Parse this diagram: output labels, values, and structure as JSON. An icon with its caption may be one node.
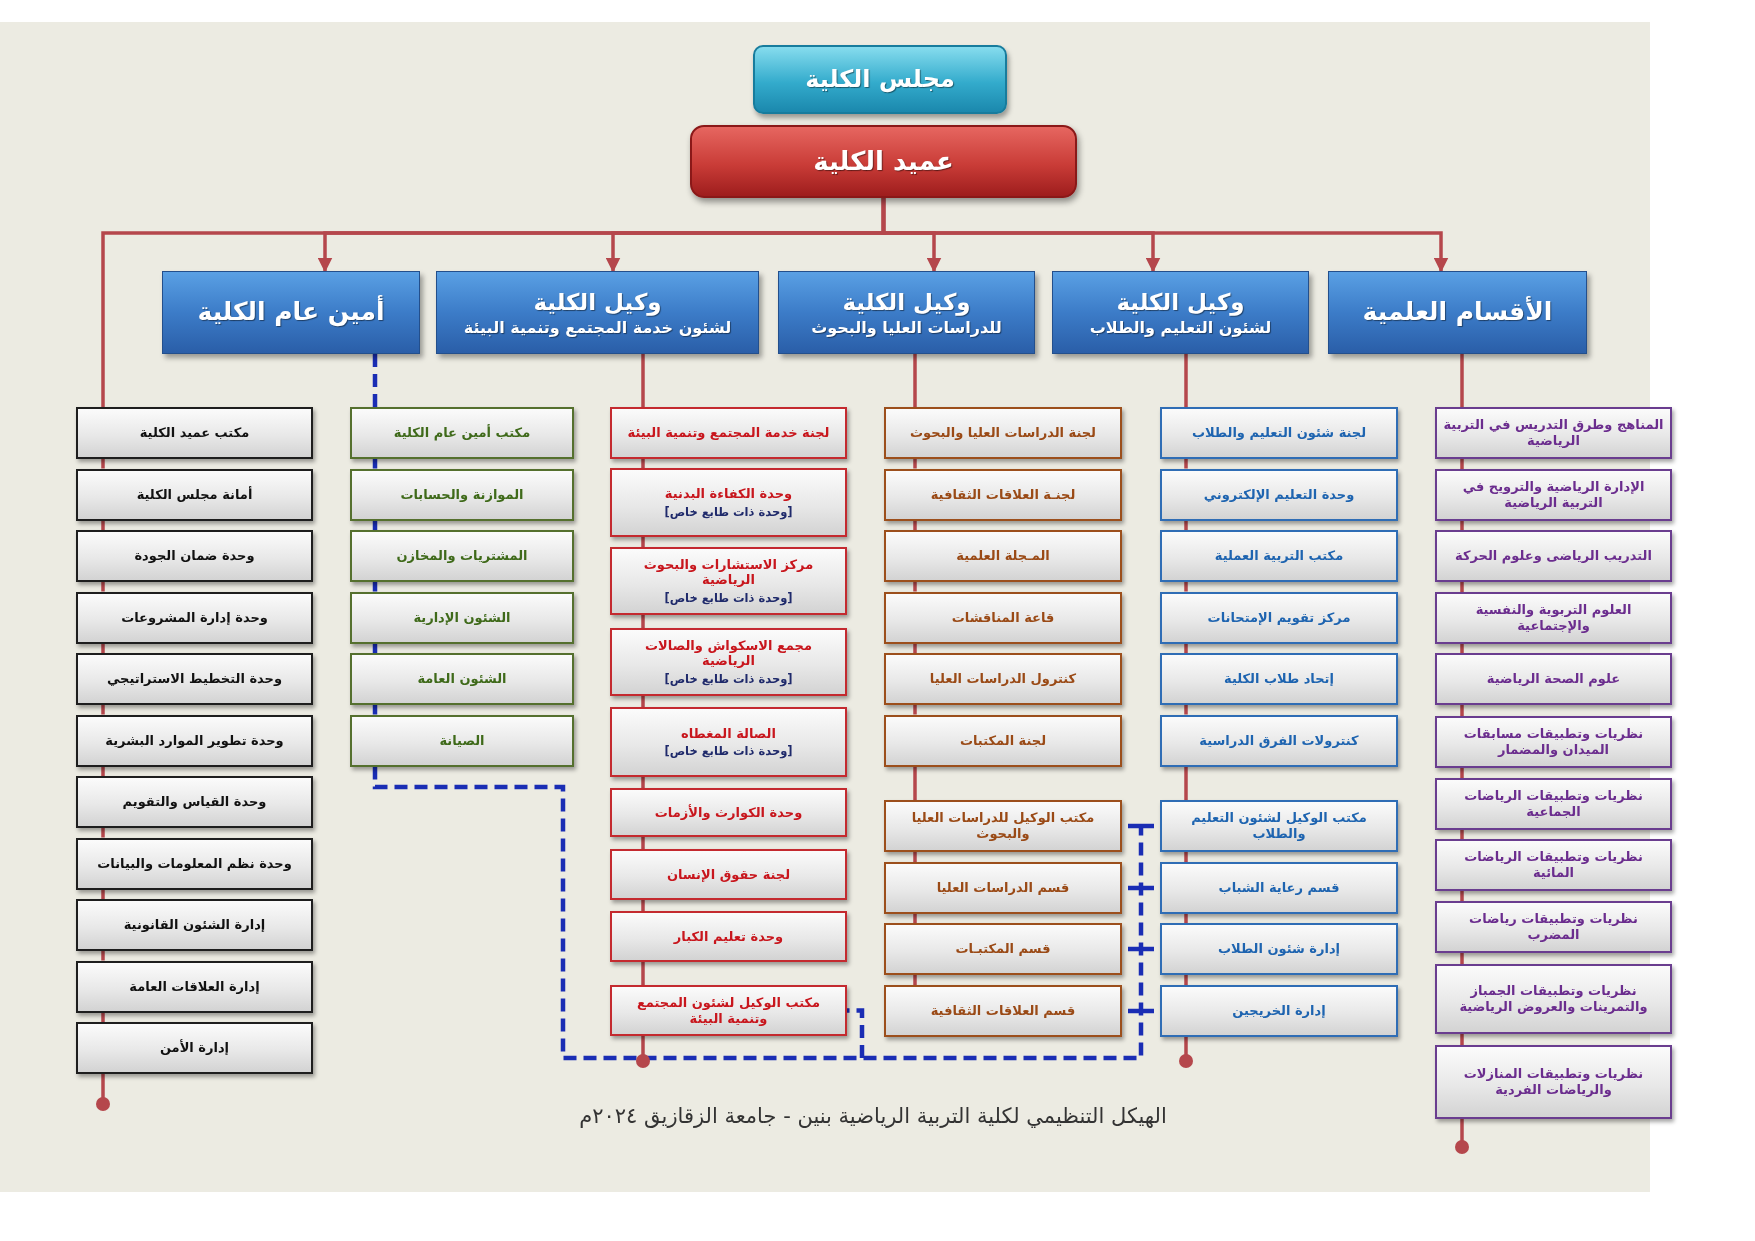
{
  "diagram": {
    "caption": "الهيكل التنظيمي لكلية التربية الرياضية بنين - جامعة الزقازيق ٢٠٢٤م",
    "nodes": [
      {
        "text": [
          "مجلس الكلية"
        ]
      },
      {
        "text": [
          "عميد الكلية"
        ]
      },
      {
        "text": [
          "الأقسام العلمية"
        ]
      },
      {
        "text": [
          "وكيل الكلية",
          "لشئون التعليم والطلاب"
        ]
      },
      {
        "text": [
          "وكيل الكلية",
          "للدراسات العليا والبحوث"
        ]
      },
      {
        "text": [
          "وكيل الكلية",
          "لشئون خدمة المجتمع وتنمية البيئة"
        ]
      },
      {
        "text": [
          "أمين عام الكلية"
        ]
      },
      {
        "text": [
          "المناهج وطرق التدريس في التربية الرياضية"
        ]
      },
      {
        "text": [
          "الإدارة الرياضية والترويح في التربية الرياضية"
        ]
      },
      {
        "text": [
          "التدريب الرياضى وعلوم الحركة"
        ]
      },
      {
        "text": [
          "العلوم التربوية والنفسية والإجتماعية"
        ]
      },
      {
        "text": [
          "علوم الصحة الرياضية"
        ]
      },
      {
        "text": [
          "نظريات وتطبيقات مسابقات الميدان والمضمار"
        ]
      },
      {
        "text": [
          "نظريات وتطبيقات الرياضات الجماعية"
        ]
      },
      {
        "text": [
          "نظريات وتطبيقات الرياضات المائية"
        ]
      },
      {
        "text": [
          "نظريات وتطبيقات رياضات المضرب"
        ]
      },
      {
        "text": [
          "نظريات وتطبيقات الجمباز والتمرينات والعروض الرياضية"
        ]
      },
      {
        "text": [
          "نظريات وتطبيقات المنازلات والرياضات الفردية"
        ]
      },
      {
        "text": [
          "لجنة شئون التعليم والطلاب"
        ]
      },
      {
        "text": [
          "وحدة التعليم الإلكتروني"
        ]
      },
      {
        "text": [
          "مكتب التربية العملية"
        ]
      },
      {
        "text": [
          "مركز تقويم الإمتحانات"
        ]
      },
      {
        "text": [
          "إتحاد طلاب الكلية"
        ]
      },
      {
        "text": [
          "كنترولات الفرق الدراسية"
        ]
      },
      {
        "text": [
          "مكتب الوكيل لشئون التعليم والطلاب"
        ]
      },
      {
        "text": [
          "قسم رعاية الشباب"
        ]
      },
      {
        "text": [
          "إدارة شئون الطلاب"
        ]
      },
      {
        "text": [
          "إدارة الخريجين"
        ]
      },
      {
        "text": [
          "لجنة الدراسات العليا والبحوث"
        ]
      },
      {
        "text": [
          "لجنـة العلاقات الثقافية"
        ]
      },
      {
        "text": [
          "المـجلة العلمية"
        ]
      },
      {
        "text": [
          "قاعة المناقشات"
        ]
      },
      {
        "text": [
          "كنترول الدراسات العليا"
        ]
      },
      {
        "text": [
          "لجنة المكتبات"
        ]
      },
      {
        "text": [
          "مكتب الوكيل للدراسات العليا والبحوث"
        ]
      },
      {
        "text": [
          "قسم الدراسات العليا"
        ]
      },
      {
        "text": [
          "قسم المكتبـات"
        ]
      },
      {
        "text": [
          "قسم العلاقات الثقافية"
        ]
      },
      {
        "text": [
          "لجنة خدمة المجتمع وتنمية البيئة"
        ]
      },
      {
        "text": [
          "وحدة الكفاءة البدنية",
          "[وحدة ذات طابع خاص]"
        ]
      },
      {
        "text": [
          "مركز الاستشارات والبحوث الرياضية",
          "[وحدة ذات طابع خاص]"
        ]
      },
      {
        "text": [
          "مجمع الاسكواش والصالات الرياضية",
          "[وحدة ذات طابع خاص]"
        ]
      },
      {
        "text": [
          "الصالة المغطاه",
          "[وحدة ذات طابع خاص]"
        ]
      },
      {
        "text": [
          "وحدة الكوارث والأزمات"
        ]
      },
      {
        "text": [
          "لجنة حقوق الإنسان"
        ]
      },
      {
        "text": [
          "وحدة تعليم الكبار"
        ]
      },
      {
        "text": [
          "مكتب الوكيل لشئون المجتمع وتنمية البيئة"
        ]
      },
      {
        "text": [
          "مكتب أمين عام الكلية"
        ]
      },
      {
        "text": [
          "الموازنة والحسابات"
        ]
      },
      {
        "text": [
          "المشتريات والمخازن"
        ]
      },
      {
        "text": [
          "الشئون الإدارية"
        ]
      },
      {
        "text": [
          "الشئون العامة"
        ]
      },
      {
        "text": [
          "الصيانة"
        ]
      },
      {
        "text": [
          "مكتب عميد الكلية"
        ]
      },
      {
        "text": [
          "أمانة مجلس الكلية"
        ]
      },
      {
        "text": [
          "وحدة ضمان الجودة"
        ]
      },
      {
        "text": [
          "وحدة إدارة المشروعات"
        ]
      },
      {
        "text": [
          "وحدة التخطيط الاستراتيجي"
        ]
      },
      {
        "text": [
          "وحدة تطوير الموارد البشرية"
        ]
      },
      {
        "text": [
          "وحدة القياس والتقويم"
        ]
      },
      {
        "text": [
          "وحدة نظم المعلومات والبيانات"
        ]
      },
      {
        "text": [
          "إدارة الشئون القانونية"
        ]
      },
      {
        "text": [
          "إدارة العلاقات العامة"
        ]
      },
      {
        "text": [
          "إدارة الأمن"
        ]
      }
    ],
    "edges": [
      {
        "from": 1,
        "to": 2,
        "arrow": "to"
      },
      {
        "from": 1,
        "to": 3,
        "arrow": "to"
      },
      {
        "from": 1,
        "to": 4,
        "arrow": "to"
      },
      {
        "from": 1,
        "to": 5,
        "arrow": "to"
      },
      {
        "from": 1,
        "to": 6,
        "arrow": "to"
      },
      {
        "from": 1,
        "to": 53,
        "arrow": "none"
      },
      {
        "from": 53,
        "to": 54,
        "arrow": "none"
      },
      {
        "from": 54,
        "to": 55,
        "arrow": "none"
      },
      {
        "from": 55,
        "to": 56,
        "arrow": "none"
      },
      {
        "from": 56,
        "to": 57,
        "arrow": "none"
      },
      {
        "from": 57,
        "to": 58,
        "arrow": "none"
      },
      {
        "from": 58,
        "to": 59,
        "arrow": "none"
      },
      {
        "from": 59,
        "to": 60,
        "arrow": "none"
      },
      {
        "from": 60,
        "to": 61,
        "arrow": "none"
      },
      {
        "from": 61,
        "to": 62,
        "arrow": "none"
      },
      {
        "from": 62,
        "to": 63,
        "arrow": "none"
      },
      {
        "from": 2,
        "to": 7,
        "arrow": "none"
      },
      {
        "from": 7,
        "to": 8,
        "arrow": "none"
      },
      {
        "from": 8,
        "to": 9,
        "arrow": "none"
      },
      {
        "from": 9,
        "to": 10,
        "arrow": "none"
      },
      {
        "from": 10,
        "to": 11,
        "arrow": "none"
      },
      {
        "from": 11,
        "to": 12,
        "arrow": "none"
      },
      {
        "from": 12,
        "to": 13,
        "arrow": "none"
      },
      {
        "from": 13,
        "to": 14,
        "arrow": "none"
      },
      {
        "from": 14,
        "to": 15,
        "arrow": "none"
      },
      {
        "from": 15,
        "to": 16,
        "arrow": "none"
      },
      {
        "from": 16,
        "to": 17,
        "arrow": "none"
      },
      {
        "from": 3,
        "to": 18,
        "arrow": "none"
      },
      {
        "from": 18,
        "to": 19,
        "arrow": "none"
      },
      {
        "from": 19,
        "to": 20,
        "arrow": "none"
      },
      {
        "from": 20,
        "to": 21,
        "arrow": "none"
      },
      {
        "from": 21,
        "to": 22,
        "arrow": "none"
      },
      {
        "from": 22,
        "to": 23,
        "arrow": "none"
      },
      {
        "from": 23,
        "to": 24,
        "arrow": "none"
      },
      {
        "from": 24,
        "to": 25,
        "arrow": "none"
      },
      {
        "from": 25,
        "to": 26,
        "arrow": "none"
      },
      {
        "from": 26,
        "to": 27,
        "arrow": "none"
      },
      {
        "from": 4,
        "to": 28,
        "arrow": "none"
      },
      {
        "from": 28,
        "to": 29,
        "arrow": "none"
      },
      {
        "from": 29,
        "to": 30,
        "arrow": "none"
      },
      {
        "from": 30,
        "to": 31,
        "arrow": "none"
      },
      {
        "from": 31,
        "to": 32,
        "arrow": "none"
      },
      {
        "from": 32,
        "to": 33,
        "arrow": "none"
      },
      {
        "from": 33,
        "to": 34,
        "arrow": "none"
      },
      {
        "from": 34,
        "to": 35,
        "arrow": "none"
      },
      {
        "from": 35,
        "to": 36,
        "arrow": "none"
      },
      {
        "from": 36,
        "to": 37,
        "arrow": "none"
      },
      {
        "from": 5,
        "to": 38,
        "arrow": "none"
      },
      {
        "from": 38,
        "to": 39,
        "arrow": "none"
      },
      {
        "from": 39,
        "to": 40,
        "arrow": "none"
      },
      {
        "from": 40,
        "to": 41,
        "arrow": "none"
      },
      {
        "from": 41,
        "to": 42,
        "arrow": "none"
      },
      {
        "from": 42,
        "to": 43,
        "arrow": "none"
      },
      {
        "from": 43,
        "to": 44,
        "arrow": "none"
      },
      {
        "from": 44,
        "to": 45,
        "arrow": "none"
      },
      {
        "from": 45,
        "to": 46,
        "arrow": "none"
      },
      {
        "from": 6,
        "to": 47,
        "arrow": "none",
        "style": "dashed",
        "color": "#1a2db4"
      },
      {
        "from": 47,
        "to": 48,
        "arrow": "none",
        "style": "dashed",
        "color": "#1a2db4"
      },
      {
        "from": 48,
        "to": 49,
        "arrow": "none",
        "style": "dashed",
        "color": "#1a2db4"
      },
      {
        "from": 49,
        "to": 50,
        "arrow": "none",
        "style": "dashed",
        "color": "#1a2db4"
      },
      {
        "from": 50,
        "to": 51,
        "arrow": "none",
        "style": "dashed",
        "color": "#1a2db4"
      },
      {
        "from": 51,
        "to": 52,
        "arrow": "none",
        "style": "dashed",
        "color": "#1a2db4"
      },
      {
        "from": 52,
        "to": 46,
        "arrow": "none",
        "style": "dashed",
        "color": "#1a2db4"
      },
      {
        "from": 52,
        "to": 34,
        "arrow": "none",
        "style": "dashed",
        "color": "#1a2db4"
      },
      {
        "from": 52,
        "to": 35,
        "arrow": "none",
        "style": "dashed",
        "color": "#1a2db4"
      },
      {
        "from": 52,
        "to": 36,
        "arrow": "none",
        "style": "dashed",
        "color": "#1a2db4"
      },
      {
        "from": 52,
        "to": 37,
        "arrow": "none",
        "style": "dashed",
        "color": "#1a2db4"
      },
      {
        "from": 52,
        "to": 24,
        "arrow": "none",
        "style": "dashed",
        "color": "#1a2db4"
      },
      {
        "from": 52,
        "to": 25,
        "arrow": "none",
        "style": "dashed",
        "color": "#1a2db4"
      },
      {
        "from": 52,
        "to": 26,
        "arrow": "none",
        "style": "dashed",
        "color": "#1a2db4"
      },
      {
        "from": 52,
        "to": 27,
        "arrow": "none",
        "style": "dashed",
        "color": "#1a2db4"
      }
    ]
  }
}
